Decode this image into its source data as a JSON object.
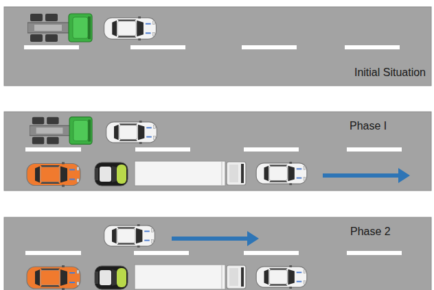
{
  "diagram": {
    "nodes": [
      {
        "text": [
          "Initial Situation"
        ]
      },
      {
        "text": [
          "Phase I"
        ]
      },
      {
        "text": [
          "Phase 2"
        ]
      }
    ]
  }
}
